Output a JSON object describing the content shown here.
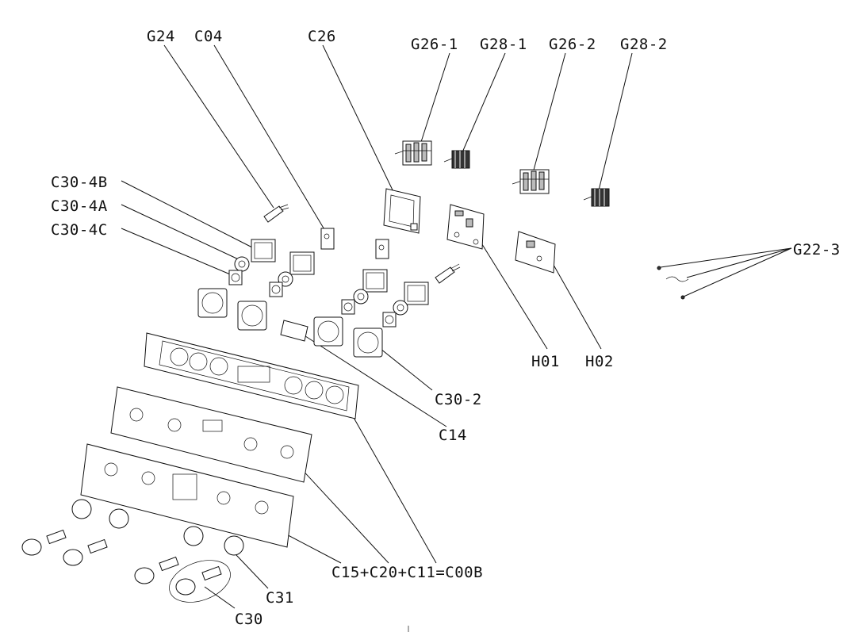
{
  "labels": {
    "g24": "G24",
    "c04": "C04",
    "c26": "C26",
    "g26_1": "G26-1",
    "g28_1": "G28-1",
    "g26_2": "G26-2",
    "g28_2": "G28-2",
    "c30_4b": "C30-4B",
    "c30_4a": "C30-4A",
    "c30_4c": "C30-4C",
    "g22_3": "G22-3",
    "h01": "H01",
    "h02": "H02",
    "c30_2": "C30-2",
    "c14": "C14",
    "c00b": "C15+C20+C11=C00B",
    "c31": "C31",
    "c30": "C30"
  }
}
